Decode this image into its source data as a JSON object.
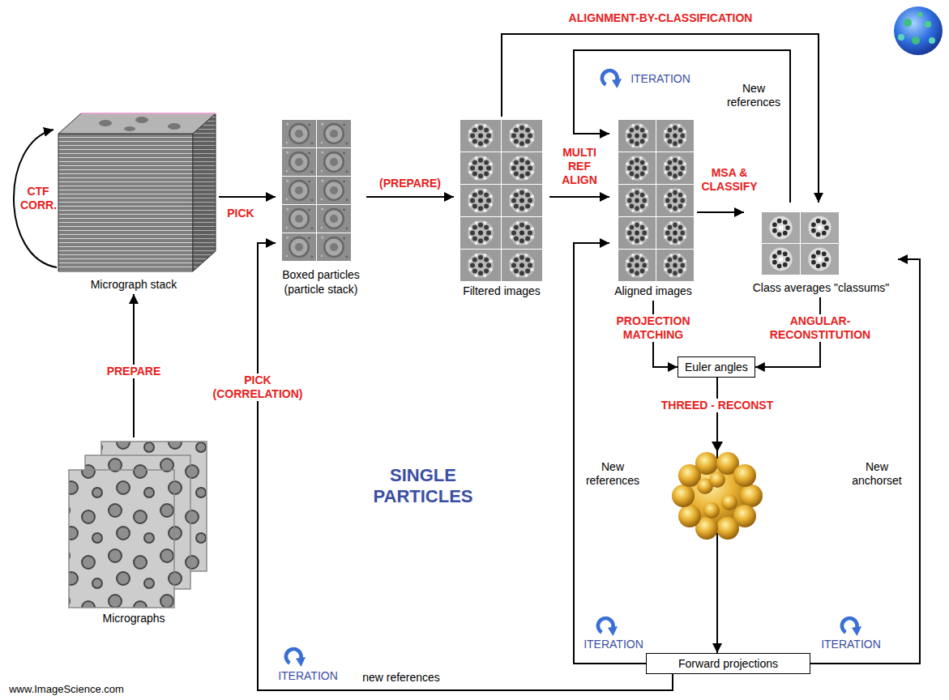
{
  "diagram": {
    "title": "SINGLE PARTICLES",
    "nodes": [
      {
        "text": [
          "Micrographs"
        ]
      },
      {
        "text": [
          "Micrograph stack"
        ]
      },
      {
        "text": [
          "Boxed particles (particle stack)"
        ]
      },
      {
        "text": [
          "Filtered images"
        ]
      },
      {
        "text": [
          "Aligned images"
        ]
      },
      {
        "text": [
          "Class averages \"classums\""
        ]
      },
      {
        "text": [
          "Euler angles"
        ]
      },
      {
        "text": [
          "Forward projections"
        ]
      }
    ],
    "edges": [
      {
        "from": 0,
        "to": 1,
        "arrow": "to",
        "label": "PREPARE"
      },
      {
        "from": 1,
        "to": 2,
        "arrow": "to",
        "label": "PICK"
      },
      {
        "from": 2,
        "to": 3,
        "arrow": "to",
        "label": "(PREPARE)"
      },
      {
        "from": 3,
        "to": 4,
        "arrow": "to",
        "label": "MULTI REF ALIGN"
      },
      {
        "from": 4,
        "to": 5,
        "arrow": "to",
        "label": "MSA & CLASSIFY"
      },
      {
        "from": 3,
        "to": 5,
        "arrow": "to",
        "label": "ALIGNMENT-BY-CLASSIFICATION"
      },
      {
        "from": 5,
        "to": 4,
        "arrow": "to",
        "label": "New references"
      },
      {
        "from": 4,
        "to": 6,
        "arrow": "to",
        "label": "PROJECTION MATCHING"
      },
      {
        "from": 5,
        "to": 6,
        "arrow": "to",
        "label": "ANGULAR-RECONSTITUTION"
      },
      {
        "from": 6,
        "to": 7,
        "arrow": "to",
        "label": "THREED - RECONST"
      },
      {
        "from": 7,
        "to": 2,
        "arrow": "to",
        "label": "PICK (CORRELATION)"
      },
      {
        "from": 7,
        "to": 4,
        "arrow": "to",
        "label": "New references"
      },
      {
        "from": 7,
        "to": 5,
        "arrow": "to",
        "label": "New anchorset"
      }
    ],
    "labels": [
      "CTF CORR.",
      "ITERATION",
      "ITERATION",
      "new references",
      "ITERATION",
      "ITERATION",
      "www.ImageScience.com"
    ]
  }
}
